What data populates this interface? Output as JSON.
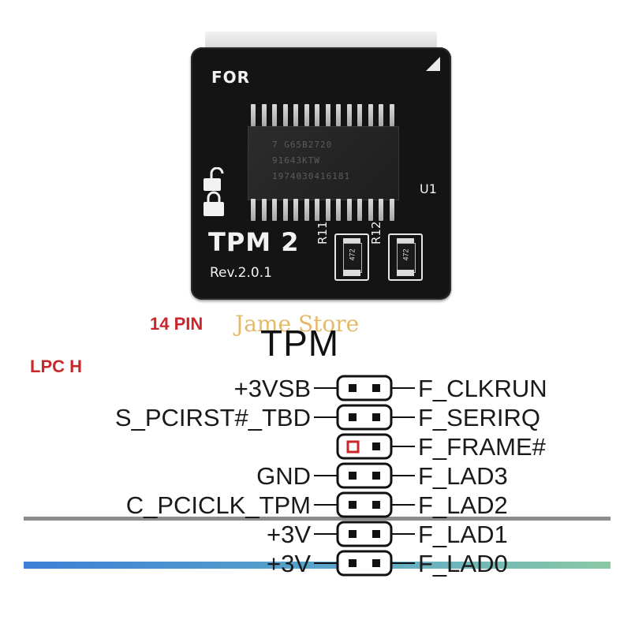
{
  "board": {
    "for_label": "FOR",
    "chip_lines": [
      "7  G65B2720",
      "91643KTW",
      "1974030416181"
    ],
    "u1_label": "U1",
    "model_label": "TPM 2",
    "revision_label": "Rev.2.0.1",
    "resistors": [
      {
        "ref": "R11",
        "code": "472"
      },
      {
        "ref": "R12",
        "code": "472"
      }
    ]
  },
  "watermark": "Jame Store",
  "pin_count_label": "14 PIN",
  "header_label": "LPC H",
  "diagram_title": "TPM",
  "pins": [
    {
      "left": "+3VSB",
      "right": "F_CLKRUN",
      "key": false
    },
    {
      "left": "S_PCIRST#_TBD",
      "right": "F_SERIRQ",
      "key": false
    },
    {
      "left": "",
      "right": "F_FRAME#",
      "key": true
    },
    {
      "left": "GND",
      "right": "F_LAD3",
      "key": false
    },
    {
      "left": "C_PCICLK_TPM",
      "right": "F_LAD2",
      "key": false
    },
    {
      "left": "+3V",
      "right": "F_LAD1",
      "key": false
    },
    {
      "left": "+3V",
      "right": "F_LAD0",
      "key": false
    }
  ],
  "colors": {
    "board": "#141414",
    "silkscreen": "#f2f2f2",
    "accent_red": "#c8272b",
    "watermark": "#e3b25a",
    "key_pin": "#c8272b"
  }
}
